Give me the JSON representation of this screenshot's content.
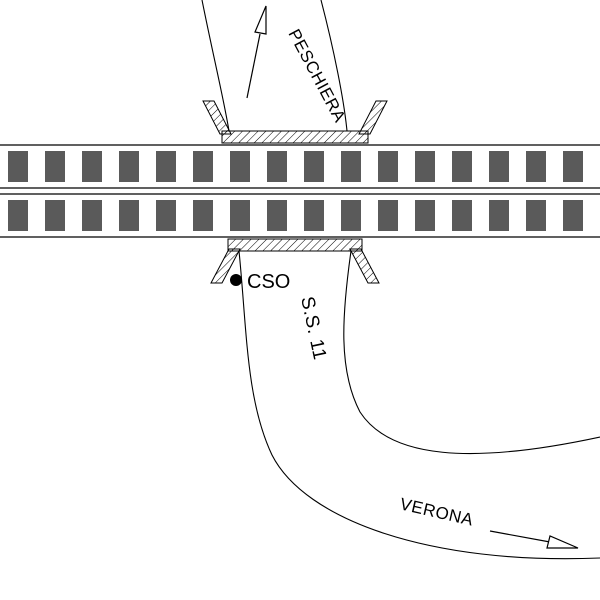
{
  "map": {
    "labels": {
      "destination_north": "PESCHIERA",
      "destination_southeast": "VERONA",
      "road_name": "S.S. 11",
      "site_marker": "CSO"
    },
    "colors": {
      "railroad_tie": "#5a5a5a",
      "line": "#000000",
      "background": "#ffffff"
    }
  }
}
